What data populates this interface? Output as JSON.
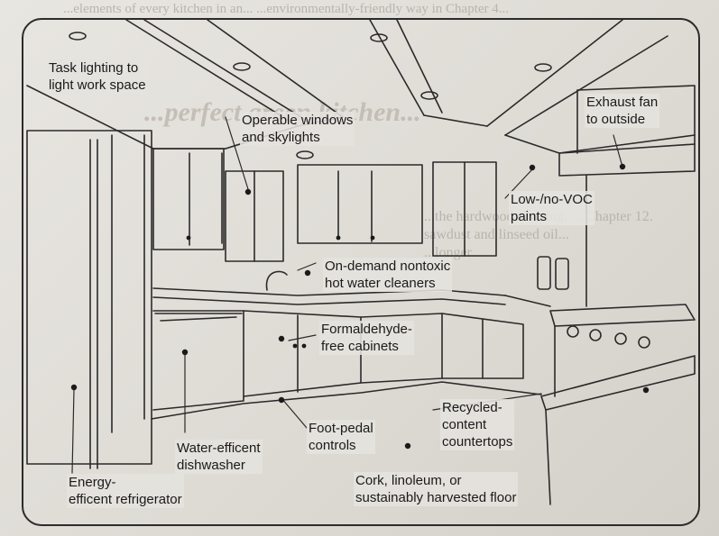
{
  "background_text": {
    "top_line": "...elements of every kitchen in an... ...environmentally-friendly way in Chapter 4...",
    "heading": "...perfect green kitchen...",
    "line1": "...the hardwood flooring, ... Chapter 12.",
    "line2": "sawdust and linseed oil...",
    "line3": "...longer..."
  },
  "callouts": {
    "task_lighting": [
      "Task lighting to",
      "light work space"
    ],
    "operable_windows": [
      "Operable windows",
      "and skylights"
    ],
    "exhaust_fan": [
      "Exhaust fan",
      "to outside"
    ],
    "low_voc": [
      "Low-/no-VOC",
      "paints"
    ],
    "on_demand": [
      "On-demand nontoxic",
      "hot water cleaners"
    ],
    "formaldehyde": [
      "Formaldehyde-",
      "free cabinets"
    ],
    "recycled": [
      "Recycled-",
      "content",
      "countertops"
    ],
    "foot_pedal": [
      "Foot-pedal",
      "controls"
    ],
    "dishwasher": [
      "Water-efficent",
      "dishwasher"
    ],
    "cork": [
      "Cork, linoleum, or",
      "sustainably harvested floor"
    ],
    "refrigerator": [
      "Energy-",
      "efficent refrigerator"
    ]
  },
  "colors": {
    "ink": "#1a1a1a",
    "page": "#e5e3de",
    "bleed_text": "#b8b4ad"
  }
}
